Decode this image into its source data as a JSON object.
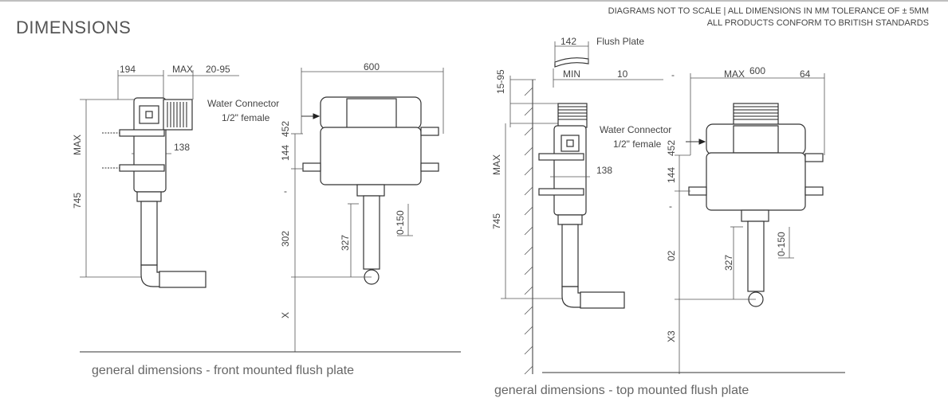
{
  "title": "DIMENSIONS",
  "notes": {
    "line1": "DIAGRAMS NOT TO SCALE | ALL DIMENSIONS IN MM TOLERANCE OF ± 5MM",
    "line2": "ALL PRODUCTS CONFORM TO BRITISH STANDARDS"
  },
  "front": {
    "caption": "general dimensions - front mounted flush plate",
    "side": {
      "w194": "194",
      "max": "MAX",
      "range2095": "20-95",
      "max_vert": "MAX",
      "h745": "745",
      "w138": "138"
    },
    "main": {
      "w600": "600",
      "connector_line1": "Water Connector",
      "connector_line2": "1/2\" female",
      "h452": "452",
      "h144": "144",
      "dash": "-",
      "h302": "302",
      "h327": "327",
      "h0150": "0-150",
      "hX": "X"
    }
  },
  "top": {
    "caption": "general dimensions - top mounted flush plate",
    "side": {
      "w142": "142",
      "flush_plate": "Flush Plate",
      "min": "MIN",
      "w10": "10",
      "h1595": "15-95",
      "max_vert": "MAX",
      "h745": "745",
      "w138": "138"
    },
    "main": {
      "max": "MAX",
      "w600": "600",
      "w64": "64",
      "dash": "-",
      "connector_line1": "Water Connector",
      "connector_line2": "1/2\" female",
      "h452": "452",
      "h144": "144",
      "dash2": "-",
      "h02": "02",
      "h327": "327",
      "h0150": "0-150",
      "hX3": "X3"
    }
  }
}
